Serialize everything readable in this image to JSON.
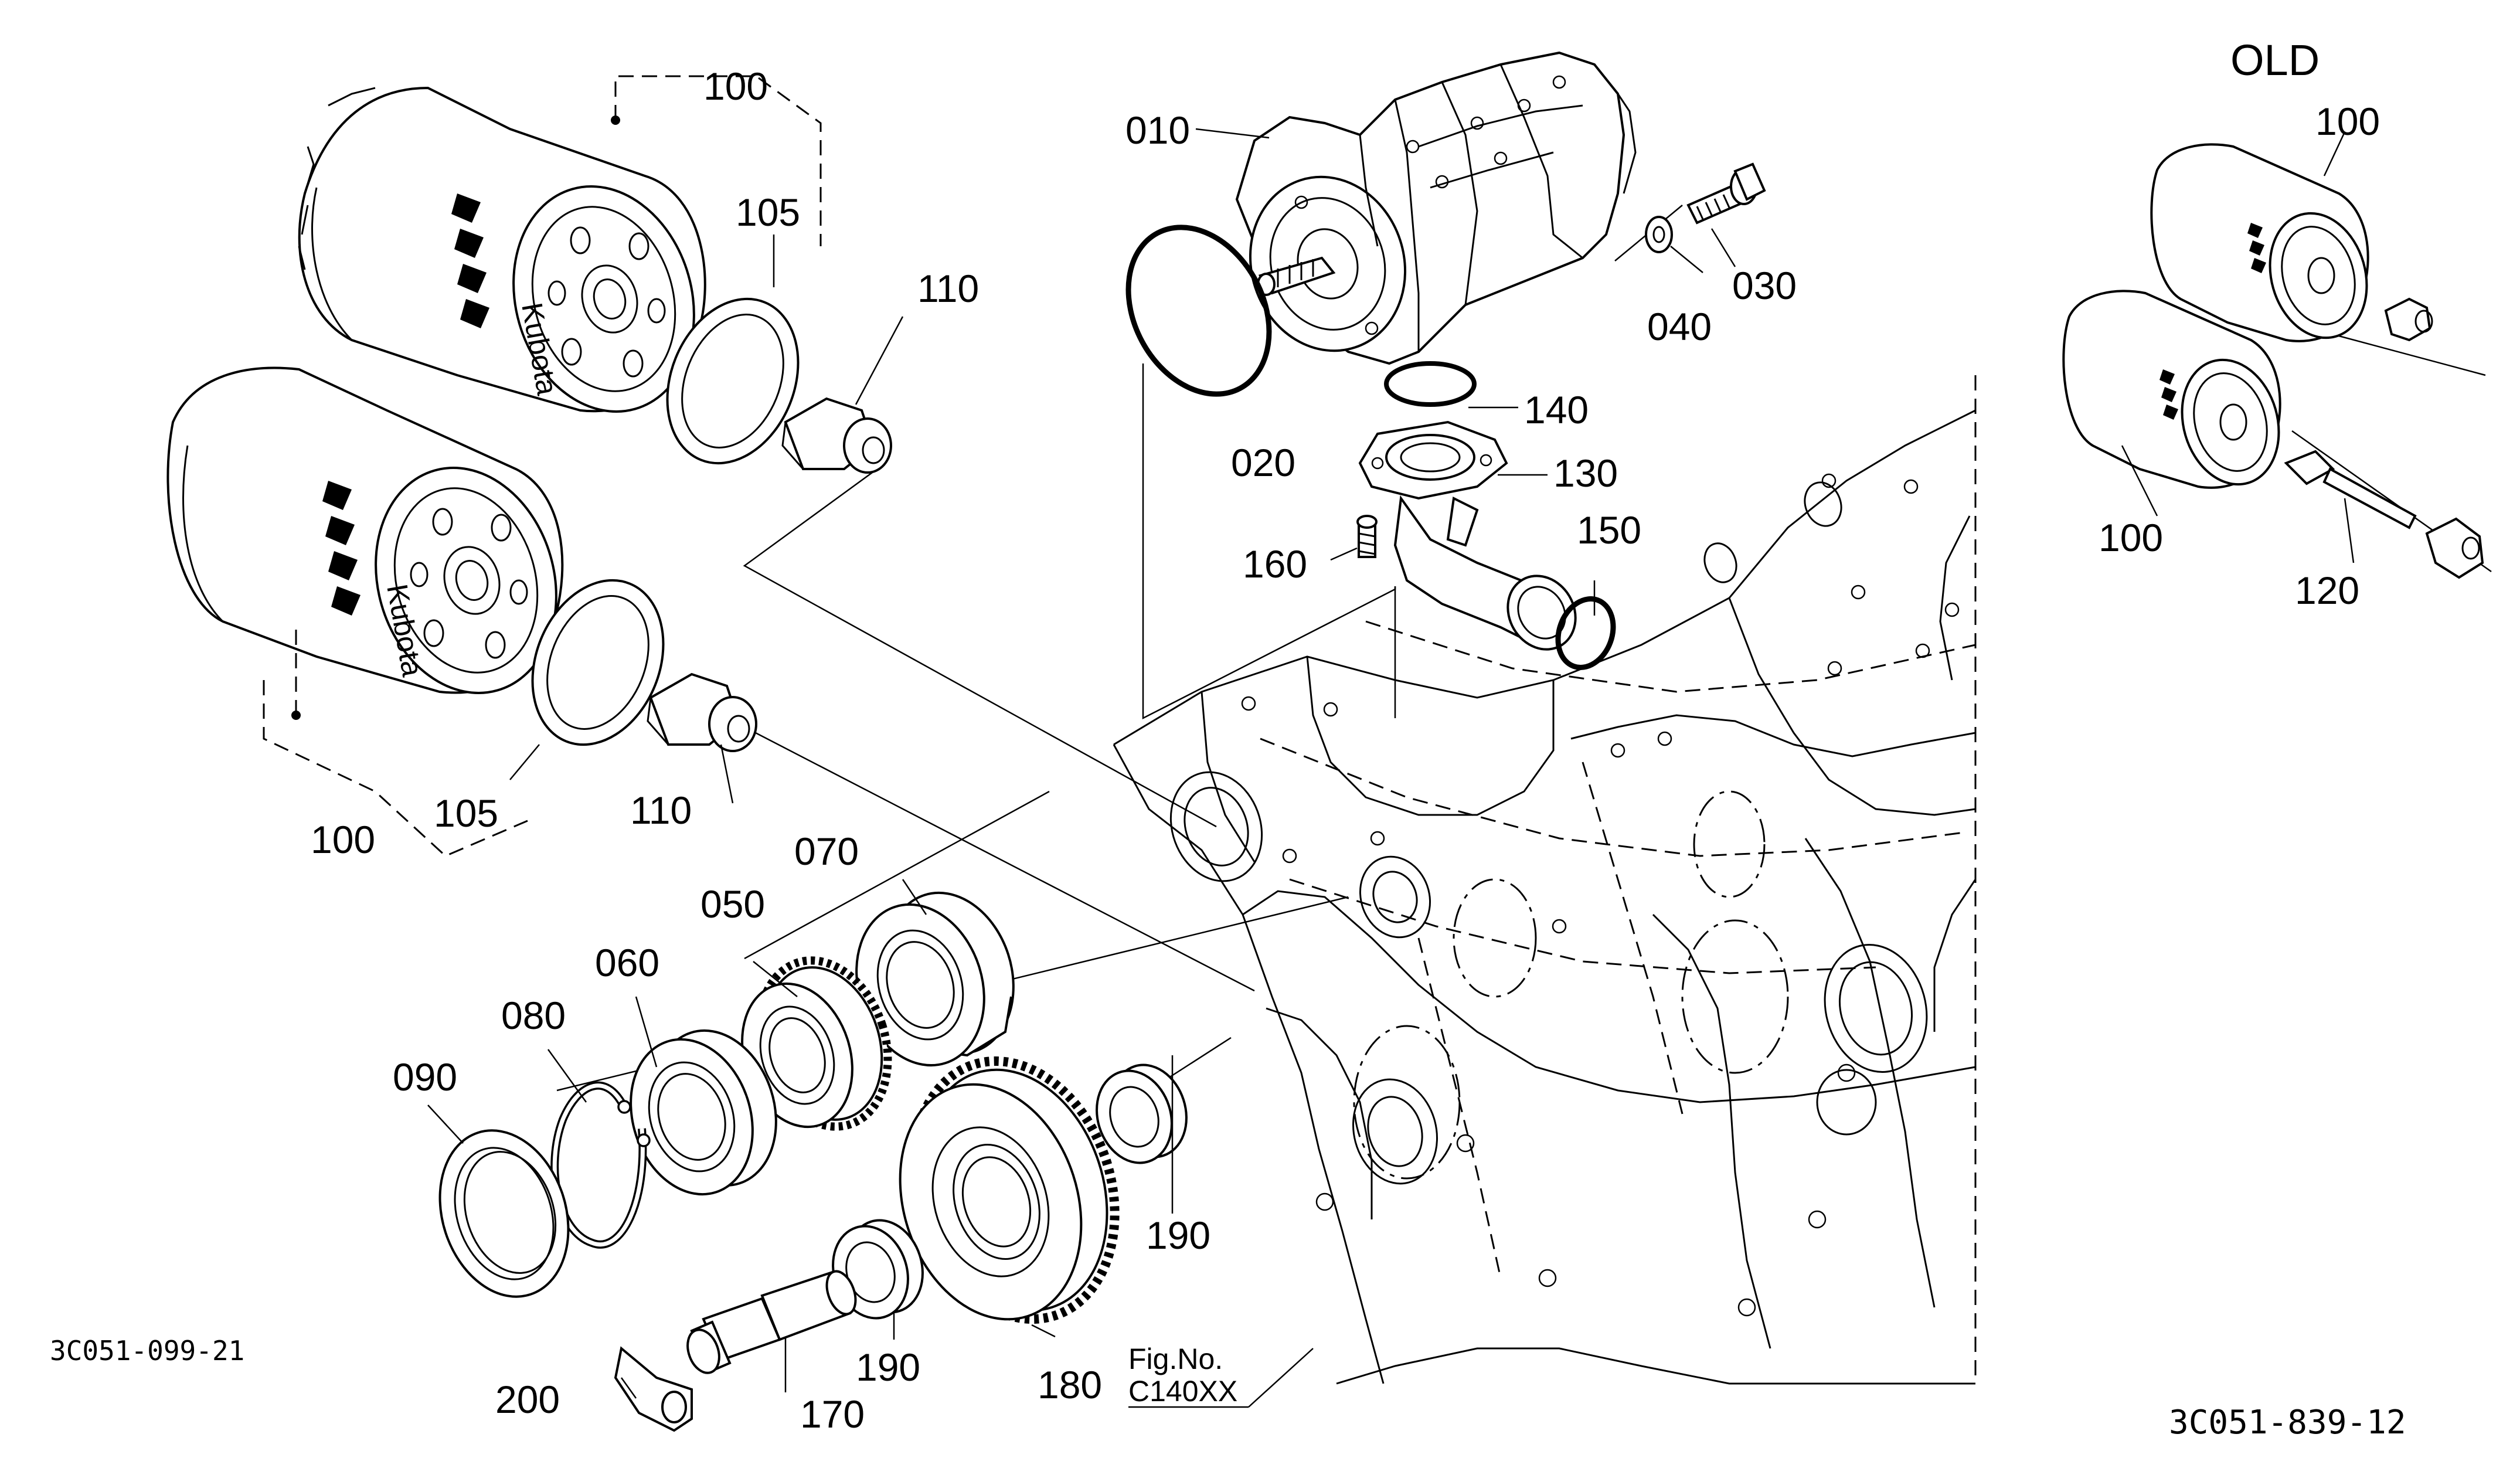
{
  "header": {
    "old_label": "OLD"
  },
  "codes": {
    "left_code": "3C051-099-21",
    "right_code": "3C051-839-12"
  },
  "figure_ref": {
    "line1": "Fig.No.",
    "line2": "C140XX"
  },
  "filter_brand": "Kubota",
  "callouts": {
    "p010": "010",
    "p020": "020",
    "p030": "030",
    "p040": "040",
    "p050": "050",
    "p060": "060",
    "p070": "070",
    "p080": "080",
    "p090": "090",
    "p100_top": "100",
    "p100_bottom": "100",
    "p105_top": "105",
    "p105_bottom": "105",
    "p110_top": "110",
    "p110_bottom": "110",
    "p130": "130",
    "p140": "140",
    "p150": "150",
    "p160": "160",
    "p170": "170",
    "p180": "180",
    "p190_right": "190",
    "p190_left": "190",
    "p200": "200",
    "old_100_top": "100",
    "old_100_bottom": "100",
    "old_120": "120"
  }
}
